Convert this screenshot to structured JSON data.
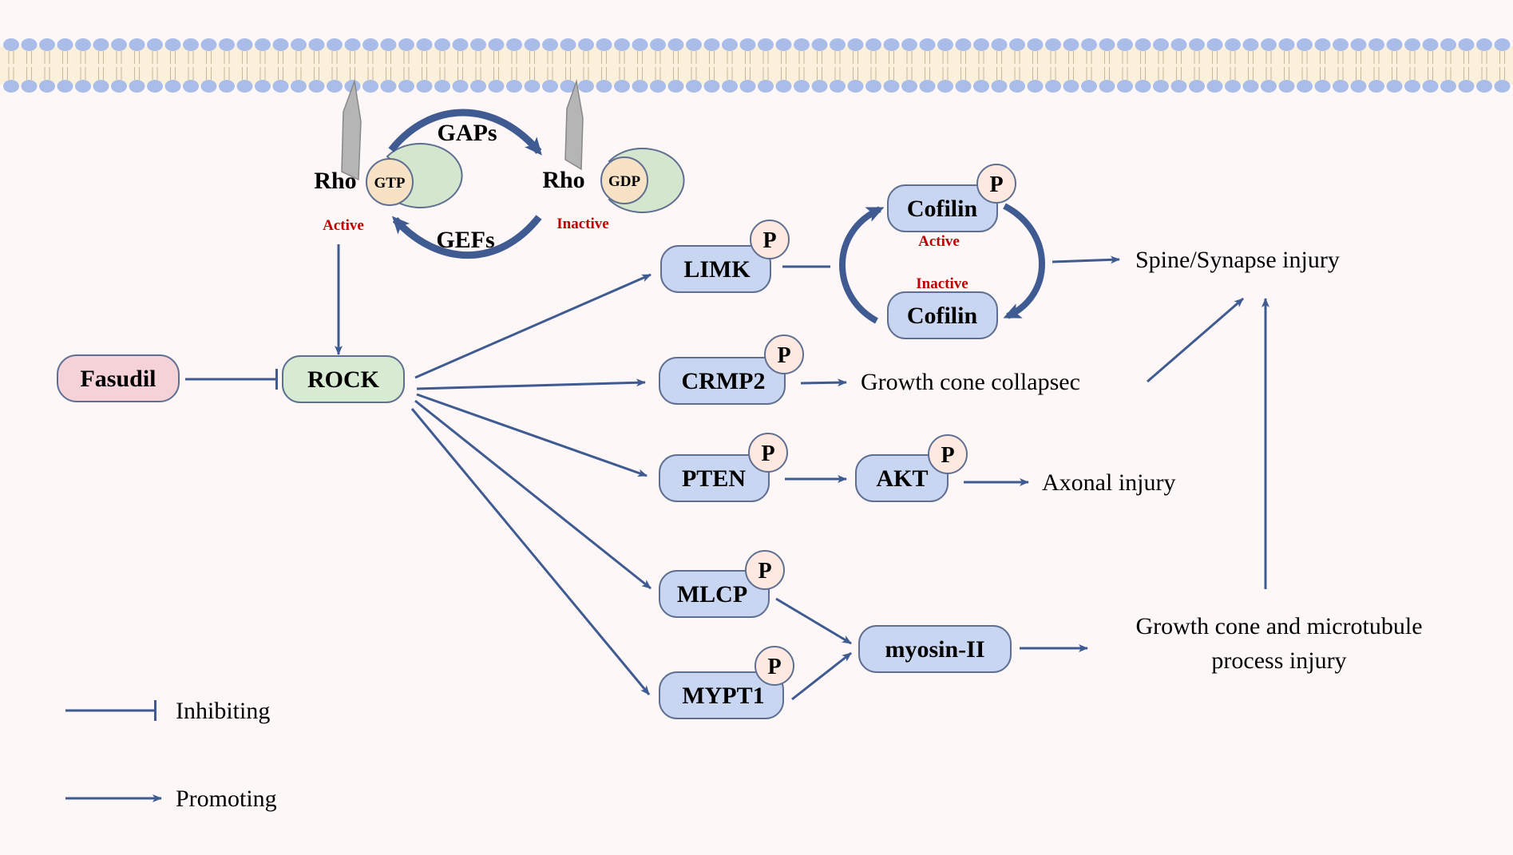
{
  "colors": {
    "background": "#fdf7f7",
    "membrane_head": "#a9bde8",
    "membrane_band": "#fbf0dc",
    "arrow": "#3f5b92",
    "protein_fill": "#c9d6f1",
    "protein_stroke": "#5f6f92",
    "rho_fill": "#d4e6cd",
    "nucleotide_fill": "#f8e2c5",
    "rock_fill": "#d7ead2",
    "fasudil_fill": "#f4d2d8",
    "phospho_fill": "#fde9df",
    "state_label": "#c00000",
    "receptor": "#b5b5b5"
  },
  "rho_cycle": {
    "rho_active": "Rho",
    "gtp": "GTP",
    "active_label": "Active",
    "rho_inactive": "Rho",
    "gdp": "GDP",
    "inactive_label": "Inactive",
    "gaps": "GAPs",
    "gefs": "GEFs"
  },
  "fasudil": "Fasudil",
  "rock": "ROCK",
  "phospho": "P",
  "targets": {
    "limk": "LIMK",
    "crmp2": "CRMP2",
    "pten": "PTEN",
    "mlcp": "MLCP",
    "mypt1": "MYPT1",
    "akt": "AKT",
    "myosin": "myosin-II"
  },
  "cofilin": {
    "name": "Cofilin",
    "active_label": "Active",
    "inactive_label": "Inactive"
  },
  "outcomes": {
    "spine": "Spine/Synapse injury",
    "growth_cone": "Growth cone collapsec",
    "axonal": "Axonal injury",
    "microtubule_line1": "Growth cone and microtubule",
    "microtubule_line2": "process injury"
  },
  "legend": {
    "inhibiting": "Inhibiting",
    "promoting": "Promoting"
  }
}
